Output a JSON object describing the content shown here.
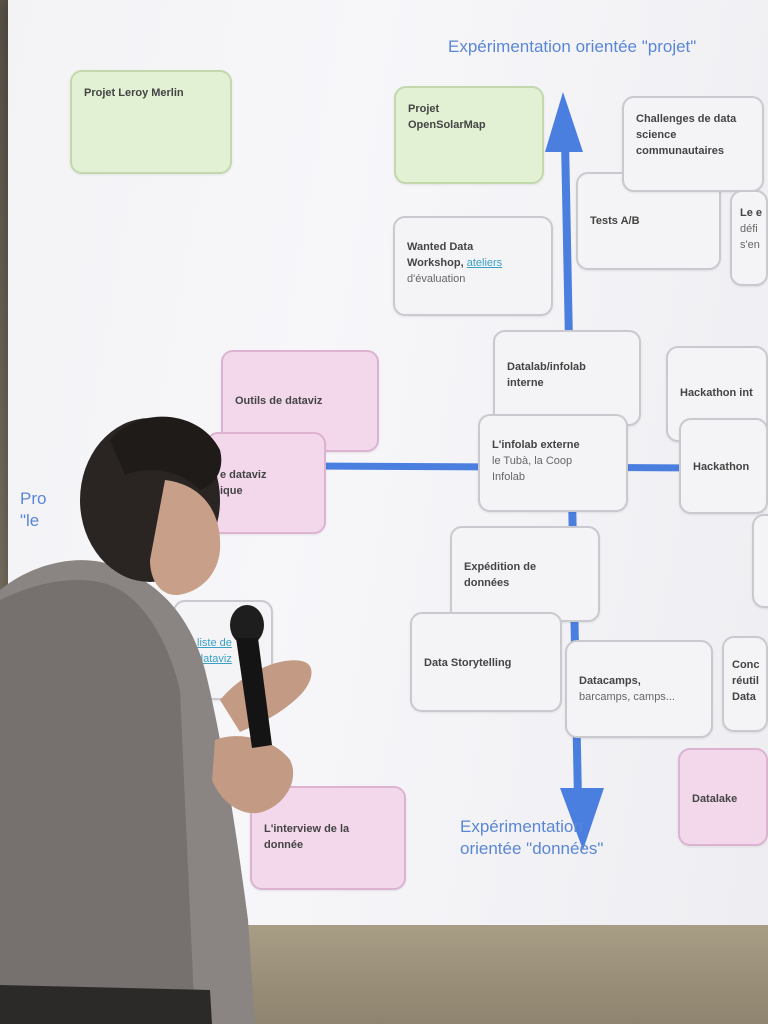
{
  "slide": {
    "axis_top": "Expérimentation orientée \"projet\"",
    "axis_bottom_line1": "Expérimentation",
    "axis_bottom_line2": "orientée \"données\"",
    "axis_left_fragment1": "Pro",
    "axis_left_fragment2": "\"le",
    "cards": {
      "leroy": "Projet Leroy Merlin",
      "opensolar_1": "Projet",
      "opensolar_2": "OpenSolarMap",
      "challenges": "Challenges de data science communautaires",
      "tests_ab": "Tests A/B",
      "right_edge_1": "Le e",
      "right_edge_2": "défi",
      "right_edge_3": "s'en",
      "wanted_1": "Wanted Data",
      "wanted_2": "Workshop,",
      "wanted_link": "ateliers",
      "wanted_3": "d'évaluation",
      "datalab_1": "Datalab/infolab",
      "datalab_2": "interne",
      "hackathon_int": "Hackathon int",
      "dataviz_tools": "Outils de dataviz",
      "dataviz_partial_1": "e dataviz",
      "dataviz_partial_2": "ique",
      "infolab_ext_1": "L'infolab externe",
      "infolab_ext_2": "le Tubà, la Coop",
      "infolab_ext_3": "Infolab",
      "hackathon": "Hackathon",
      "expedition_1": "Expédition de",
      "expedition_2": "données",
      "storytelling": "Data Storytelling",
      "datacamps_1": "Datacamps,",
      "datacamps_2": "barcamps, camps...",
      "conc_1": "Conc",
      "conc_2": "réutil",
      "conc_3": "Data",
      "hidden_link_1": "liste de",
      "hidden_link_2": "dataviz",
      "datalake": "Datalake",
      "interview_1": "L'interview de la",
      "interview_2": "donnée"
    }
  },
  "colors": {
    "axis": "#4a7fe0",
    "green_card": "#e2f1d3",
    "pink_card": "#f3d8ec",
    "grey_card": "#f4f4f6"
  }
}
